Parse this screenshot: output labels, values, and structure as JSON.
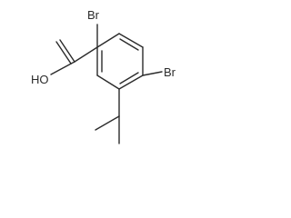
{
  "molecule": {
    "atoms": {
      "br_top": "Br",
      "br_right": "Br",
      "hydroxyl": "HO"
    }
  }
}
